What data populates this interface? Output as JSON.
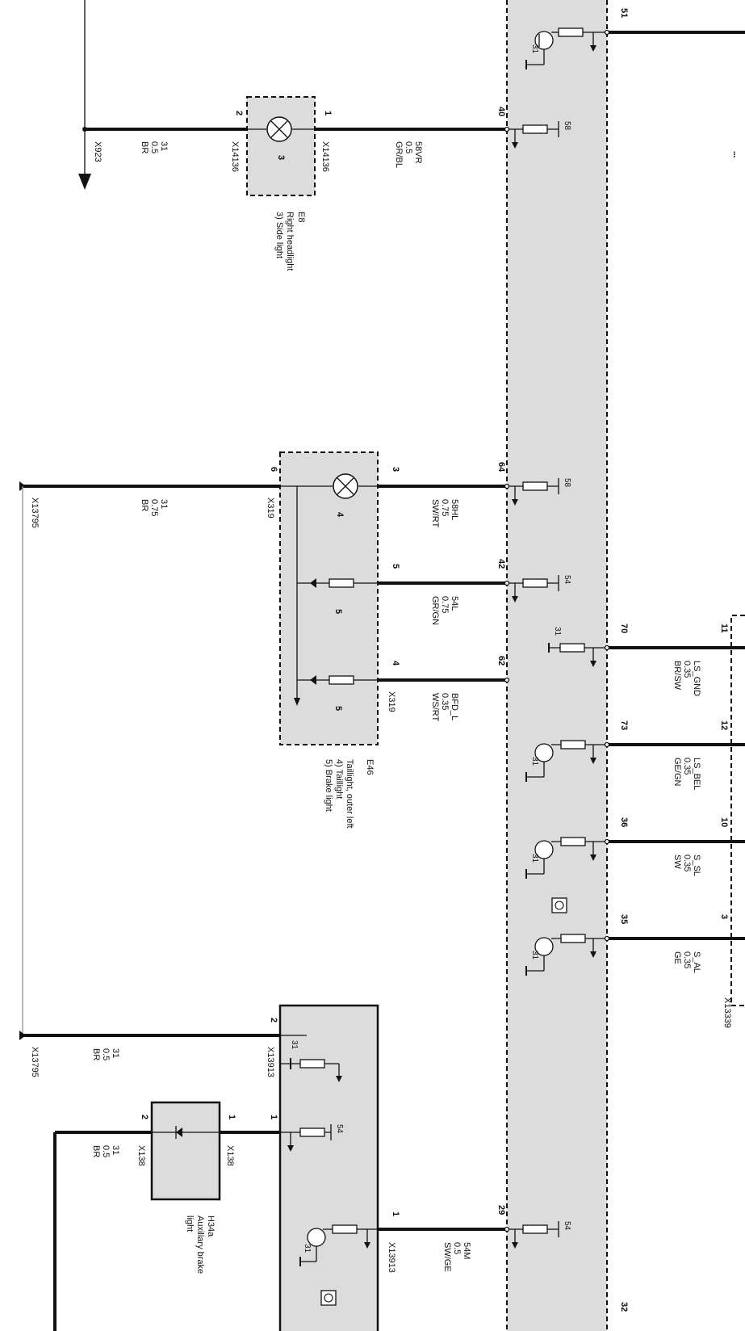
{
  "components": {
    "e8": {
      "id": "E8",
      "desc1": "Right headlight",
      "desc2": "3) Side light",
      "lamp_ref": "3",
      "pin_a": "2",
      "pin_b": "1",
      "conn_a": "X14136",
      "conn_b": "X14136"
    },
    "e46": {
      "id": "E46",
      "desc1": "Taillight, outer left",
      "desc2": "4) Taillight",
      "desc3": "5) Brake light",
      "lamp_ref": "4",
      "led_ref_a": "5",
      "led_ref_b": "5",
      "pin_gnd": "6",
      "pin_lamp": "3",
      "pin_led1": "5",
      "pin_led2": "4",
      "conn_gnd": "X319",
      "conn_led": "X319"
    },
    "h34a": {
      "id": "H34a",
      "desc1": "Auxiliary brake",
      "desc2": "light",
      "pin_a": "2",
      "pin_b": "1",
      "conn_a": "X138",
      "conn_b": "X138"
    },
    "x13913": {
      "pin_gnd": "2",
      "pin_feed": "1",
      "pin_out": "1",
      "conn_top": "X13913",
      "conn_bottom": "X13913"
    },
    "x13339": {
      "conn": "X13339",
      "pins": [
        "11",
        "12",
        "10",
        "3"
      ]
    }
  },
  "module_pins": [
    "51",
    "40",
    "64",
    "42",
    "62",
    "70",
    "73",
    "36",
    "35",
    "29",
    "32"
  ],
  "internal": {
    "g1": "31",
    "s40": "58",
    "s64": "58",
    "s42": "54",
    "g70": "31",
    "g73": "31",
    "g36": "31",
    "g35": "31",
    "s29": "54",
    "x13913_g": "31",
    "x13913_s": "54",
    "x13913_g2": "31"
  },
  "wires": {
    "e8_feed": {
      "signal": "58VR",
      "size": "0.5",
      "color": "GR/BL"
    },
    "e8_gnd": {
      "signal": "31",
      "size": "0.5",
      "color": "BR"
    },
    "e46_tail": {
      "signal": "58HL",
      "size": "0.75",
      "color": "SW/RT"
    },
    "e46_54": {
      "signal": "54L",
      "size": "0.75",
      "color": "GR/GN"
    },
    "e46_bfd": {
      "signal": "BFD_L",
      "size": "0.35",
      "color": "WS/RT"
    },
    "e46_gnd": {
      "signal": "31",
      "size": "0.75",
      "color": "BR"
    },
    "ls_gnd": {
      "signal": "LS_GND",
      "size": "0.35",
      "color": "BR/SW"
    },
    "ls_bel": {
      "signal": "LS_BEL",
      "size": "0.35",
      "color": "GE/GN"
    },
    "s_sl": {
      "signal": "S_SL",
      "size": "0.35",
      "color": "SW"
    },
    "s_al": {
      "signal": "S_AL",
      "size": "0.35",
      "color": "GE"
    },
    "x13913_gnd": {
      "signal": "31",
      "size": "0.5",
      "color": "BR"
    },
    "h34a_gnd": {
      "signal": "31",
      "size": "0.5",
      "color": "BR"
    },
    "x13913_54": {
      "signal": "54M",
      "size": "0.5",
      "color": "SW/GE"
    }
  },
  "refs": {
    "x923": "X923",
    "x13795_a": "X13795",
    "x13795_b": "X13795"
  }
}
